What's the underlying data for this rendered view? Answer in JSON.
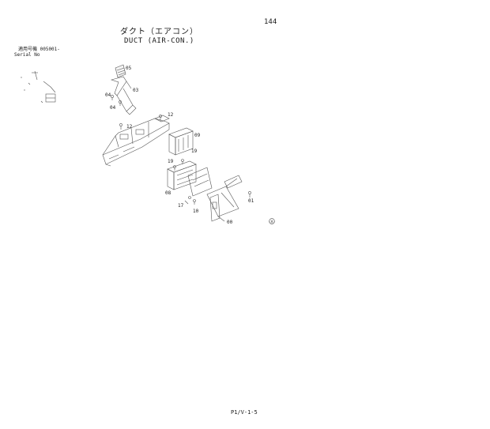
{
  "page_number": "144",
  "title_jp": "ダクト（エアコン）",
  "title_en": "DUCT (AIR-CON.)",
  "serial": {
    "jp": "適用号機  005001-",
    "en": "Serial No"
  },
  "footer": "P1/V-1-5",
  "callouts": [
    "05",
    "03",
    "04",
    "04",
    "12",
    "12",
    "09",
    "19",
    "19",
    "08",
    "17",
    "10",
    "00",
    "01"
  ],
  "mark": "Ⓐ"
}
